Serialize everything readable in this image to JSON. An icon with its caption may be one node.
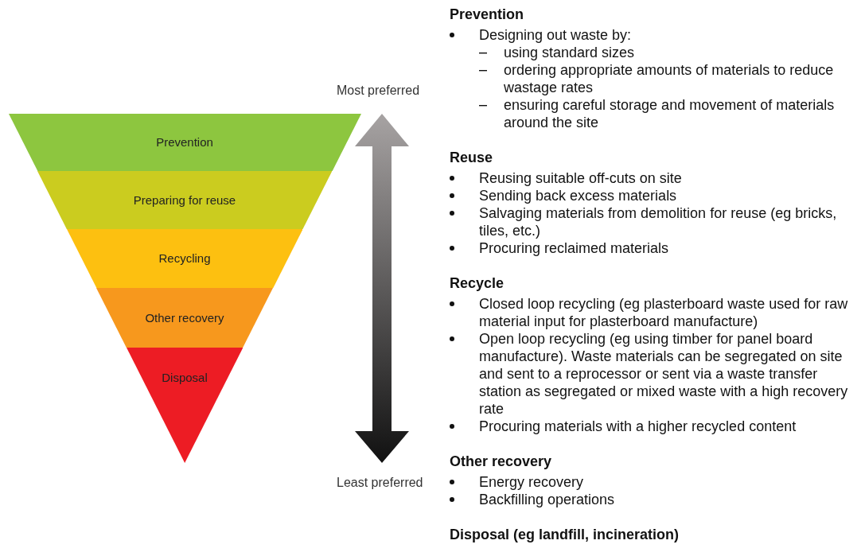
{
  "diagram": {
    "nodes": [
      {
        "text": [
          "Prevention"
        ]
      },
      {
        "text": [
          "Preparing for reuse"
        ]
      },
      {
        "text": [
          "Recycling"
        ]
      },
      {
        "text": [
          "Other recovery"
        ]
      },
      {
        "text": [
          "Disposal"
        ]
      }
    ],
    "edges": [],
    "labels": [
      "Most preferred",
      "Least preferred",
      "Prevention",
      "Designing out waste by:",
      "using standard sizes",
      "ordering appropriate amounts of materials to reduce wastage rates",
      "ensuring careful storage and movement of materials around the site",
      "Reuse",
      "Reusing suitable off-cuts on site",
      "Sending back excess materials",
      "Salvaging materials from demolition for reuse (eg bricks, tiles, etc.)",
      "Procuring reclaimed materials",
      "Recycle",
      "Closed loop recycling (eg plasterboard waste used for raw material input for plasterboard manufacture)",
      "Open loop recycling (eg using timber for panel board manufacture). Waste materials can be segregated on site and sent to a reprocessor or sent via a waste transfer station as segregated or mixed waste with a high recovery rate",
      "Procuring materials with a higher recycled content",
      "Other recovery",
      "Energy recovery",
      "Backfilling operations",
      "Disposal (eg landfill, incineration)"
    ]
  }
}
